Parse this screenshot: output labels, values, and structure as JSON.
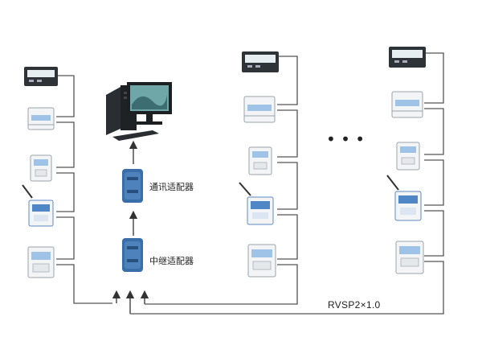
{
  "labels": {
    "comm_adapter": "通讯适配器",
    "relay_adapter": "中继适配器",
    "cable": "RVSP2×1.0",
    "ellipsis": "• • •"
  },
  "colors": {
    "wire": "#555555",
    "adapter_blue": "#3a6ea8",
    "meter_body": "#f2f4f6",
    "meter_screen": "#9fc3e6",
    "dark_meter": "#2e3338"
  },
  "icons": {
    "computer": "desktop-computer-icon",
    "adapter": "blue-adapter-icon",
    "meters": [
      "multifunction-meter-icon",
      "din-rail-meter-icon",
      "single-phase-meter-icon",
      "wireless-meter-icon",
      "lcd-meter-icon"
    ]
  }
}
